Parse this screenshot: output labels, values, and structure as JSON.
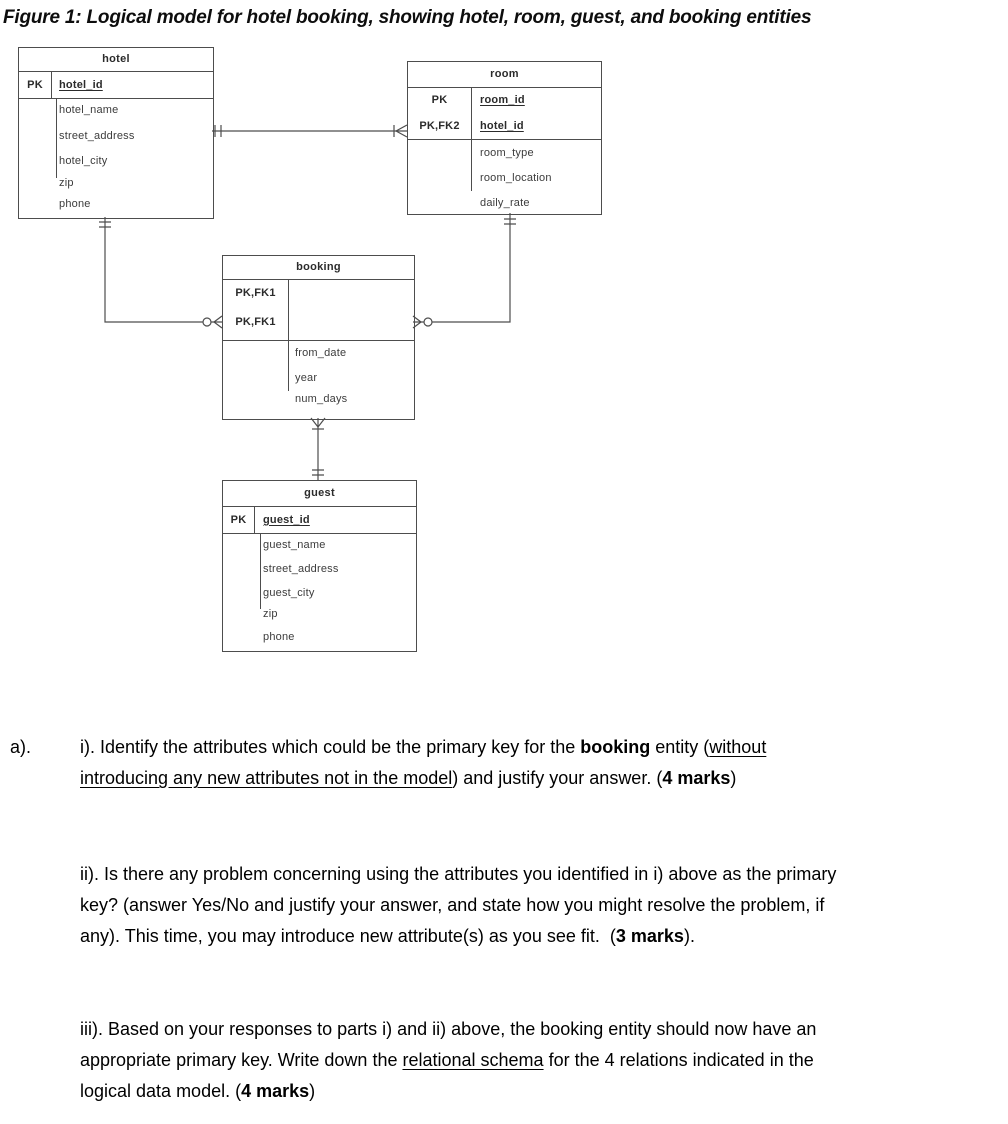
{
  "figure_title": "Figure 1: Logical model for hotel booking, showing hotel, room, guest, and booking entities",
  "diagram": {
    "colors": {
      "line": "#4d4d4d",
      "text": "#3c3c3c"
    },
    "entities": {
      "hotel": {
        "name": "hotel",
        "pk_rows": [
          {
            "key": "PK",
            "attr": "hotel_id"
          }
        ],
        "attrs": [
          "hotel_name",
          "street_address",
          "hotel_city",
          "zip",
          "phone"
        ]
      },
      "room": {
        "name": "room",
        "pk_rows": [
          {
            "key": "PK",
            "attr": "room_id"
          },
          {
            "key": "PK,FK2",
            "attr": "hotel_id"
          }
        ],
        "attrs": [
          "room_type",
          "room_location",
          "daily_rate"
        ]
      },
      "booking": {
        "name": "booking",
        "pk_rows": [
          {
            "key": "PK,FK1",
            "attr": ""
          },
          {
            "key": "PK,FK1",
            "attr": ""
          }
        ],
        "attrs": [
          "from_date",
          "year",
          "num_days"
        ]
      },
      "guest": {
        "name": "guest",
        "pk_rows": [
          {
            "key": "PK",
            "attr": "guest_id"
          }
        ],
        "attrs": [
          "guest_name",
          "street_address",
          "guest_city",
          "zip",
          "phone"
        ]
      }
    },
    "relationships": [
      {
        "from": "hotel",
        "to": "room",
        "from_card": "one-and-only-one",
        "to_card": "one-or-many"
      },
      {
        "from": "hotel",
        "to": "booking",
        "from_card": "one-and-only-one",
        "to_card": "zero-or-many"
      },
      {
        "from": "room",
        "to": "booking",
        "from_card": "one-and-only-one",
        "to_card": "zero-or-many"
      },
      {
        "from": "guest",
        "to": "booking",
        "from_card": "one-and-only-one",
        "to_card": "one-or-many"
      }
    ]
  },
  "questions": {
    "label": "a).",
    "part_i": {
      "lines": [
        [
          {
            "t": "i). Identify the attributes which could be the primary key for the "
          },
          {
            "t": "booking",
            "b": true
          },
          {
            "t": " entity ("
          },
          {
            "t": "without",
            "u": true
          }
        ],
        [
          {
            "t": "introducing any new attributes not in the model",
            "u": true
          },
          {
            "t": ") and justify your answer. ("
          },
          {
            "t": "4 marks",
            "b": true
          },
          {
            "t": ")"
          }
        ]
      ]
    },
    "part_ii": {
      "lines": [
        [
          {
            "t": "ii). Is there any problem concerning using the attributes you identified in i) above as the primary"
          }
        ],
        [
          {
            "t": "key? (answer Yes/No and justify your answer, and state how you might resolve the problem, if"
          }
        ],
        [
          {
            "t": "any). This time, you may introduce new attribute(s) as you see fit.  ("
          },
          {
            "t": "3 marks",
            "b": true
          },
          {
            "t": ")."
          }
        ]
      ]
    },
    "part_iii": {
      "lines": [
        [
          {
            "t": "iii). Based on your responses to parts i) and ii) above, the booking entity should now have an"
          }
        ],
        [
          {
            "t": "appropriate primary key. Write down the "
          },
          {
            "t": "relational schema",
            "u": true
          },
          {
            "t": " for the 4 relations indicated in the"
          }
        ],
        [
          {
            "t": "logical data model. ("
          },
          {
            "t": "4 marks",
            "b": true
          },
          {
            "t": ")"
          }
        ]
      ]
    }
  }
}
